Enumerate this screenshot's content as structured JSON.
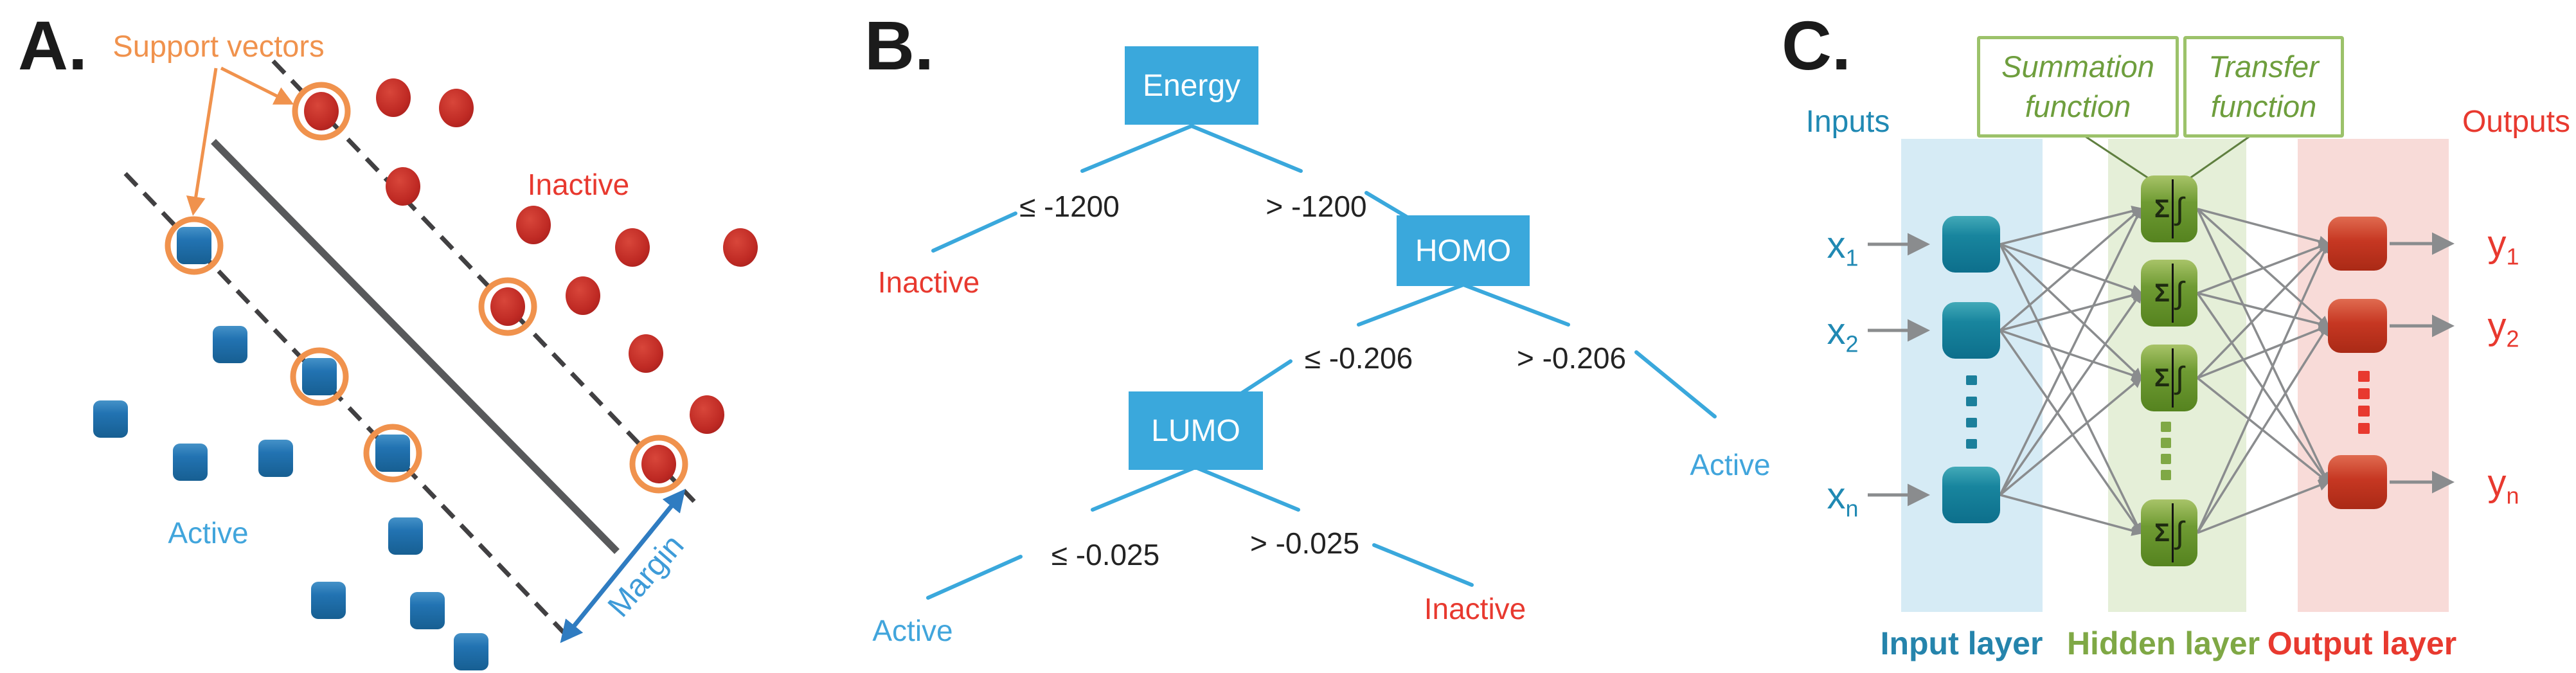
{
  "panel_a": {
    "label": "A.",
    "support_vectors_label": "Support vectors",
    "class_labels": {
      "inactive": "Inactive",
      "active": "Active"
    },
    "margin_label": "Margin",
    "scatter": {
      "red_dots": [
        [
          612,
          152
        ],
        [
          710,
          168
        ],
        [
          627,
          290
        ],
        [
          830,
          350
        ],
        [
          984,
          385
        ],
        [
          1152,
          385
        ],
        [
          907,
          460
        ],
        [
          1005,
          550
        ],
        [
          1100,
          645
        ],
        [
          500,
          173
        ],
        [
          790,
          477
        ],
        [
          1025,
          722
        ]
      ],
      "blue_squares": [
        [
          358,
          536
        ],
        [
          172,
          652
        ],
        [
          296,
          719
        ],
        [
          429,
          713
        ],
        [
          631,
          834
        ],
        [
          511,
          934
        ],
        [
          665,
          950
        ],
        [
          733,
          1014
        ],
        [
          302,
          382
        ],
        [
          497,
          586
        ],
        [
          611,
          705
        ]
      ],
      "support_vector_circles": [
        [
          500,
          173
        ],
        [
          790,
          477
        ],
        [
          1025,
          722
        ],
        [
          302,
          382
        ],
        [
          497,
          586
        ],
        [
          611,
          705
        ]
      ]
    },
    "colors": {
      "red_dot": "#C1272D",
      "blue_square": "#2273B2",
      "orange": "#F0924D",
      "boundary_line": "#58595B",
      "dashed_line": "#414042",
      "margin_arrow": "#2F7CC1"
    }
  },
  "panel_b": {
    "label": "B.",
    "tree": {
      "root": {
        "label": "Energy",
        "left_branch": "≤ -1200",
        "right_branch": "> -1200",
        "left_leaf": "Inactive"
      },
      "homo": {
        "label": "HOMO",
        "left_branch": "≤ -0.206",
        "right_branch": "> -0.206",
        "right_leaf": "Active"
      },
      "lumo": {
        "label": "LUMO",
        "left_branch": "≤ -0.025",
        "right_branch": "> -0.025",
        "left_leaf": "Active",
        "right_leaf": "Inactive"
      }
    },
    "colors": {
      "node_fill": "#3AA8DC",
      "edge": "#3AA8DC",
      "active_leaf": "#41A5DC",
      "inactive_leaf": "#E8392F"
    }
  },
  "panel_c": {
    "label": "C.",
    "inputs_label": "Inputs",
    "outputs_label": "Outputs",
    "summation_box": "Summation function",
    "transfer_box": "Transfer function",
    "hidden_node_symbols": {
      "sigma": "Σ",
      "integral": "∫"
    },
    "x_labels": [
      {
        "base": "x",
        "sub": "1"
      },
      {
        "base": "x",
        "sub": "2"
      },
      {
        "base": "x",
        "sub": "n"
      }
    ],
    "y_labels": [
      {
        "base": "y",
        "sub": "1"
      },
      {
        "base": "y",
        "sub": "2"
      },
      {
        "base": "y",
        "sub": "n"
      }
    ],
    "layer_labels": {
      "input": "Input layer",
      "hidden": "Hidden layer",
      "output": "Output layer"
    },
    "colors": {
      "input_band": "#D6EBF5",
      "hidden_band": "#E5EFD8",
      "output_band": "#F8DBD8",
      "input_node": "#0F7D99",
      "hidden_node": "#6F9B33",
      "output_node": "#C63722",
      "inputs_text": "#2089B3",
      "outputs_text": "#E8392F",
      "function_text": "#6E9E3D",
      "connection": "#8A8C8E"
    }
  }
}
